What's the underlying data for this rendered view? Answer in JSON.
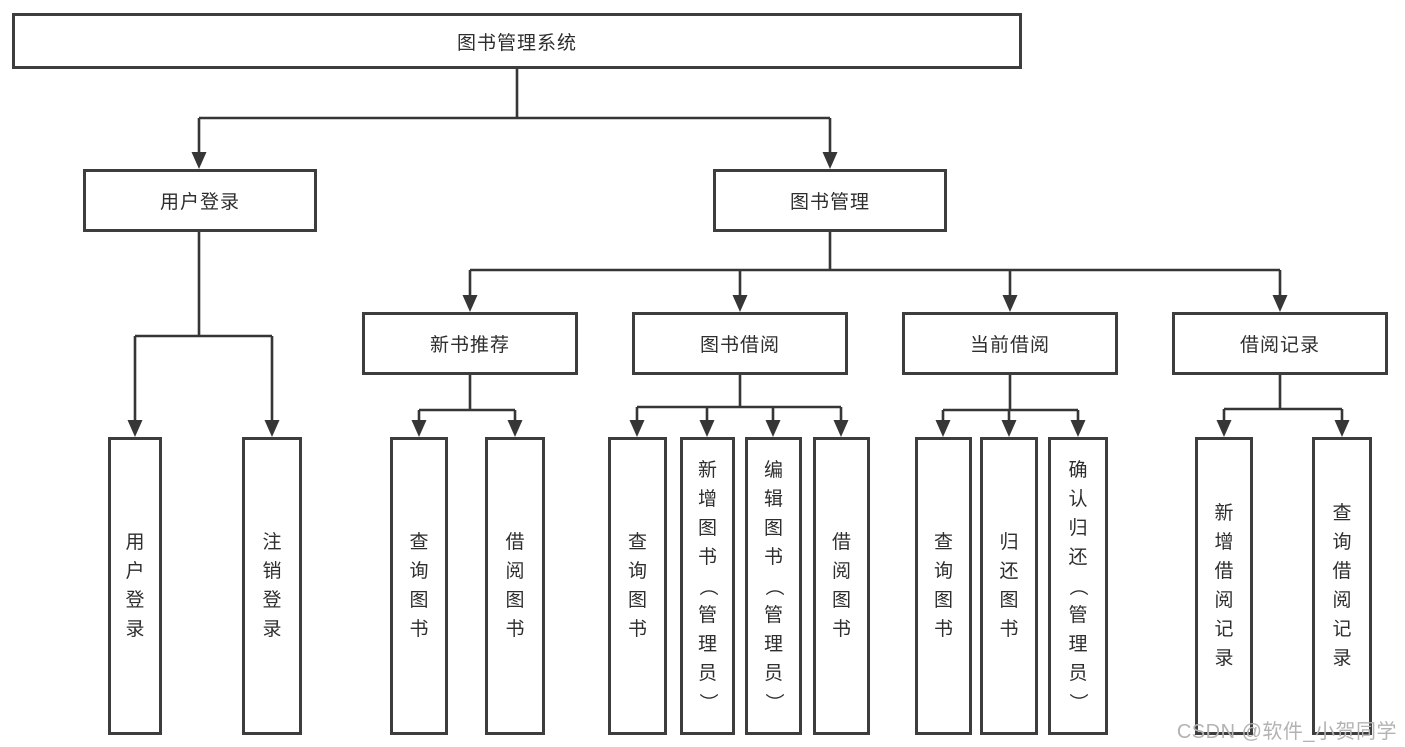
{
  "diagram": {
    "root_label": "图书管理系统",
    "level2": {
      "user_login": "用户登录",
      "book_management": "图书管理"
    },
    "level3": {
      "new_book_recommend": "新书推荐",
      "book_borrowing": "图书借阅",
      "current_borrowing": "当前借阅",
      "borrowing_records": "借阅记录"
    },
    "leaves": {
      "user_login": [
        "用户登录",
        "注销登录"
      ],
      "new_book_recommend": [
        "查询图书",
        "借阅图书"
      ],
      "book_borrowing": [
        "查询图书",
        "新增图书（管理员）",
        "编辑图书（管理员）",
        "借阅图书"
      ],
      "current_borrowing": [
        "查询图书",
        "归还图书",
        "确认归还（管理员）"
      ],
      "borrowing_records": [
        "新增借阅记录",
        "查询借阅记录"
      ]
    }
  },
  "watermark": {
    "text": "CSDN @软件_小贺同学"
  },
  "colors": {
    "line": "#363636",
    "box_border": "#3d3d3d",
    "text": "#2e2e2e",
    "watermark": "#b3b3b3",
    "background": "#ffffff"
  }
}
